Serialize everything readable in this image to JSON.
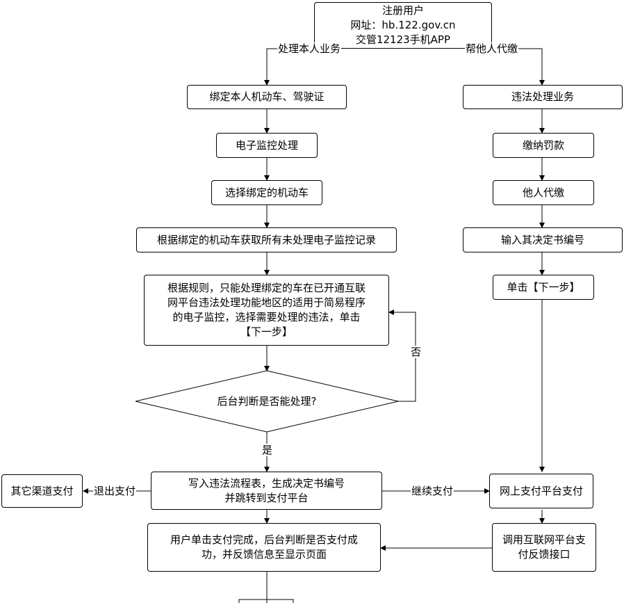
{
  "start": {
    "title": "注册用户",
    "site": "网址：hb.122.gov.cn",
    "app": "交管12123手机APP"
  },
  "edges": {
    "self": "处理本人业务",
    "others": "帮他人代缴",
    "no": "否",
    "yes": "是",
    "exit_pay": "退出支付",
    "continue_pay": "继续支付"
  },
  "left_flow": {
    "bind": "绑定本人机动车、驾驶证",
    "e_monitor": "电子监控处理",
    "select_vehicle": "选择绑定的机动车",
    "fetch_records": "根据绑定的机动车获取所有未处理电子监控记录",
    "rules_l1": "根据规则，只能处理绑定的车在已开通互联",
    "rules_l2": "网平台违法处理功能地区的适用于简易程序",
    "rules_l3": "的电子监控，选择需要处理的违法，单击",
    "rules_l4": "【下一步】",
    "decision": "后台判断是否能处理?",
    "write_l1": "写入违法流程表，生成决定书编号",
    "write_l2": "并跳转到支付平台",
    "complete_l1": "用户单击支付完成，后台判断是否支付成",
    "complete_l2": "功，并反馈信息至显示页面"
  },
  "right_flow": {
    "violation": "违法处理业务",
    "pay_fine": "缴纳罚款",
    "pay_for_other": "他人代缴",
    "input_no": "输入其决定书编号",
    "next": "单击【下一步】",
    "platform": "网上支付平台支付",
    "api_l1": "调用互联网平台支",
    "api_l2": "付反馈接口"
  },
  "other_channel": "其它渠道支付"
}
